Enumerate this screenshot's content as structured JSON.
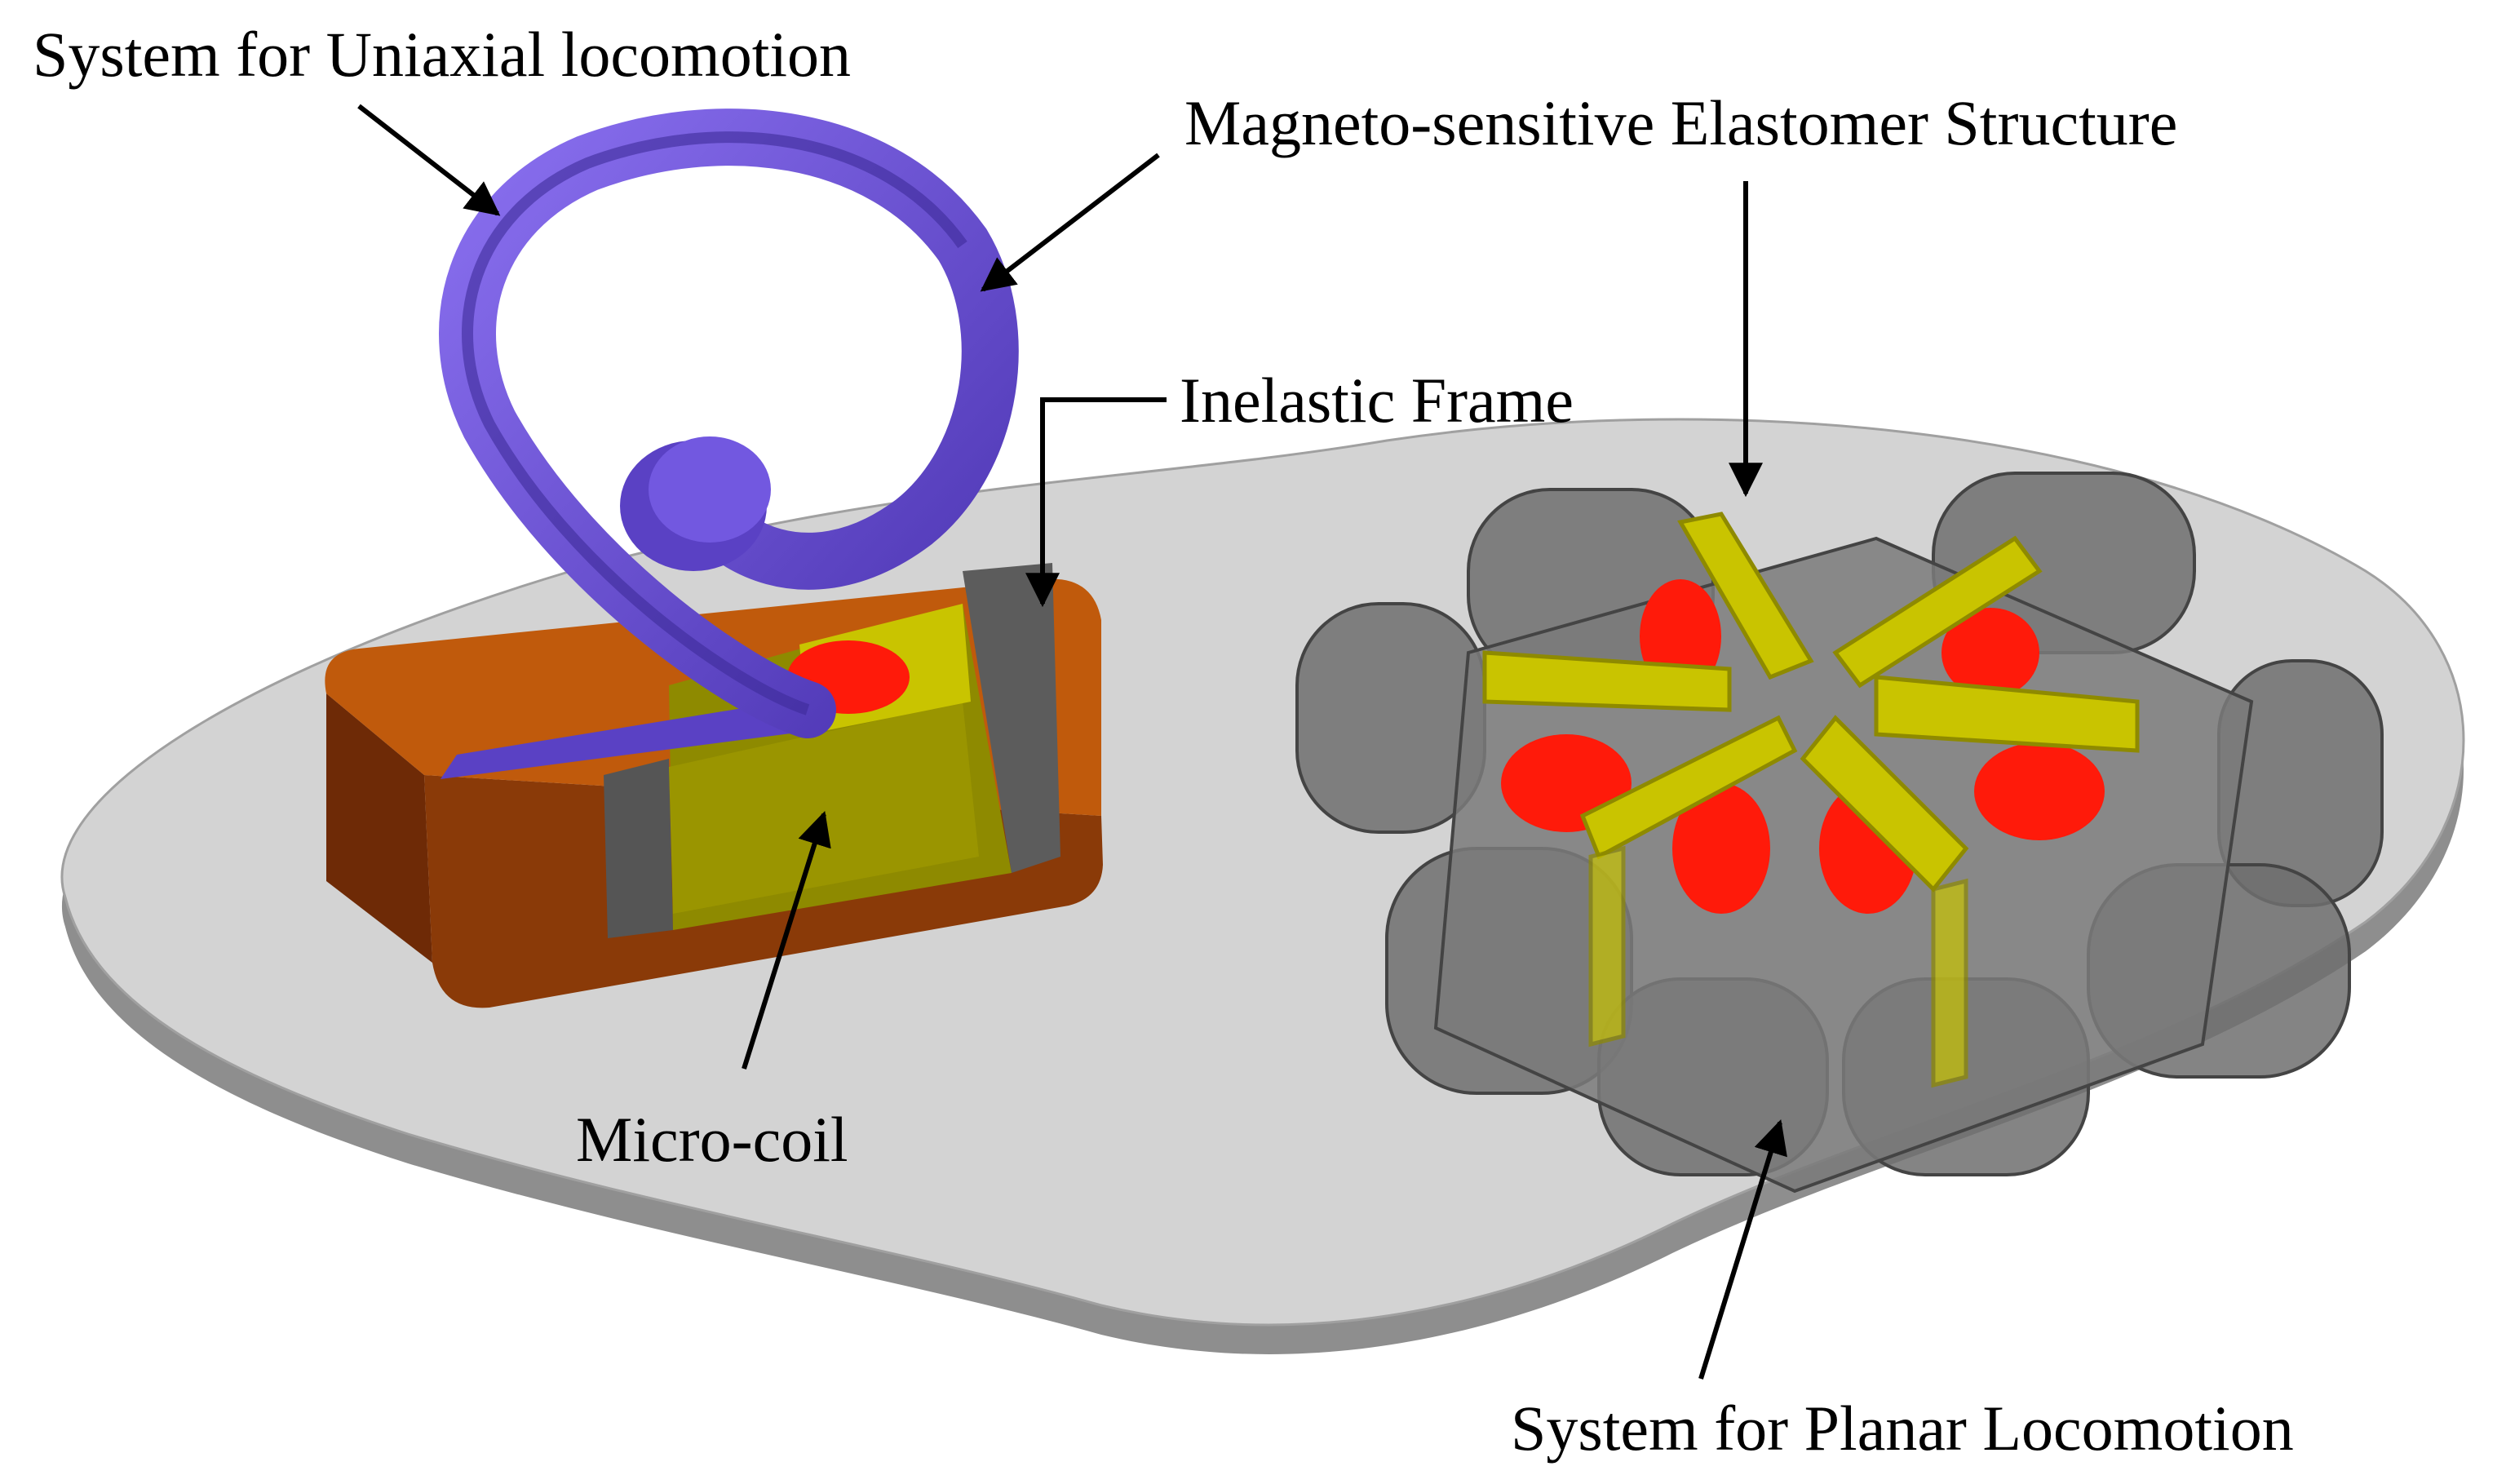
{
  "labels": {
    "uniaxial": "System for Uniaxial locomotion",
    "mse": "Magneto-sensitive Elastomer Structure",
    "frame": "Inelastic Frame",
    "coil": "Micro-coil",
    "planar": "System for Planar Locomotion"
  },
  "colors": {
    "background": "#ffffff",
    "substrate_top": "#d3d3d3",
    "substrate_edge": "#8e8e8e",
    "frame_orange": "#c05a0c",
    "frame_dark": "#7a3208",
    "coil_yellow": "#c9c400",
    "coil_dark": "#8e8a00",
    "magnet_red": "#ff1a0a",
    "spiral_purple": "#6a4fd1",
    "spiral_dark": "#3e2b9a",
    "elastomer_gray": "#6f6f6f",
    "insert_gray": "#5a5a5a",
    "arrow": "#000000"
  },
  "icons": [
    "arrow-pointer"
  ]
}
